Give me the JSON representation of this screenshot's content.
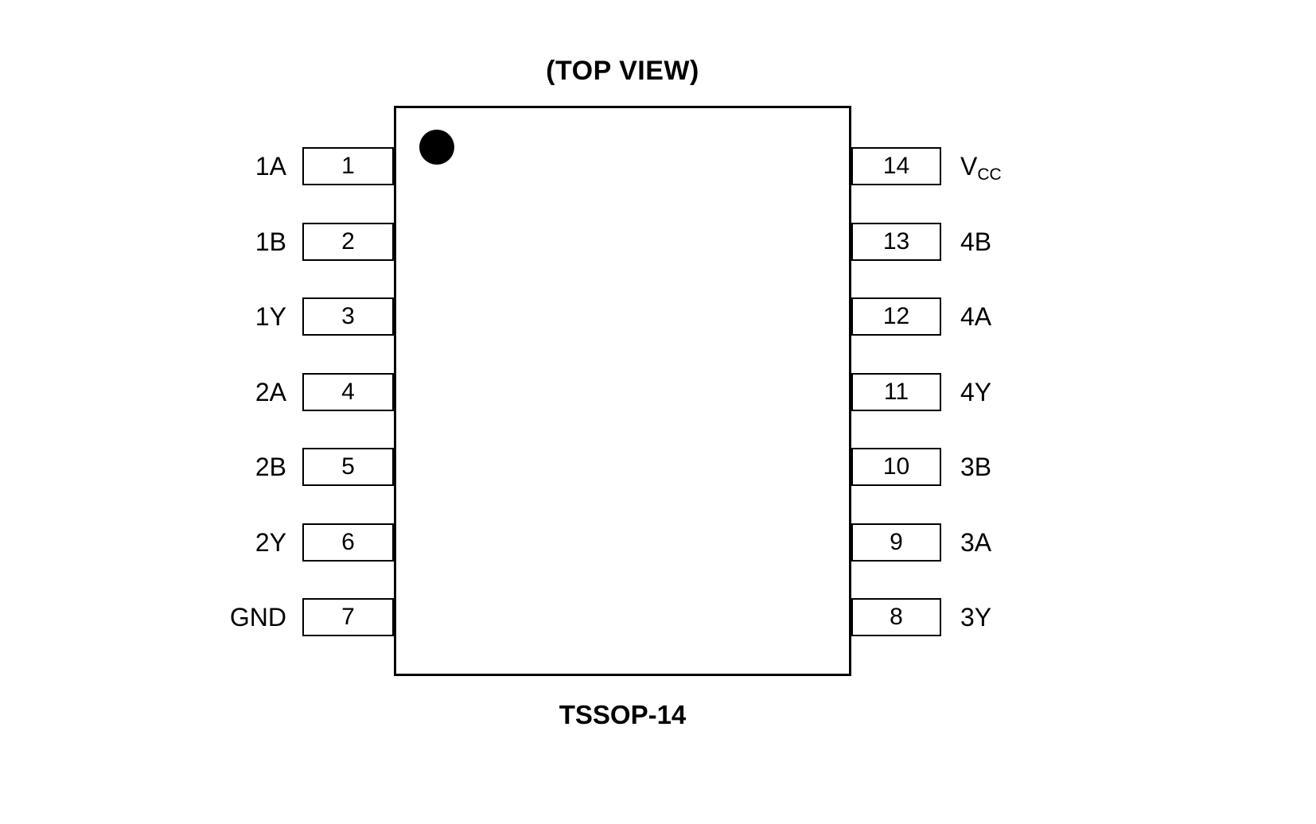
{
  "colors": {
    "ink": "#000000",
    "background": "#ffffff"
  },
  "diagram": {
    "title": "(TOP VIEW)",
    "package_label": "TSSOP-14"
  },
  "left_pins": [
    {
      "name": "1A",
      "number": "1"
    },
    {
      "name": "1B",
      "number": "2"
    },
    {
      "name": "1Y",
      "number": "3"
    },
    {
      "name": "2A",
      "number": "4"
    },
    {
      "name": "2B",
      "number": "5"
    },
    {
      "name": "2Y",
      "number": "6"
    },
    {
      "name": "GND",
      "number": "7"
    }
  ],
  "right_pins": [
    {
      "number": "14",
      "name": "V",
      "name_sub": "CC"
    },
    {
      "number": "13",
      "name": "4B"
    },
    {
      "number": "12",
      "name": "4A"
    },
    {
      "number": "11",
      "name": "4Y"
    },
    {
      "number": "10",
      "name": "3B"
    },
    {
      "number": "9",
      "name": "3A"
    },
    {
      "number": "8",
      "name": "3Y"
    }
  ]
}
